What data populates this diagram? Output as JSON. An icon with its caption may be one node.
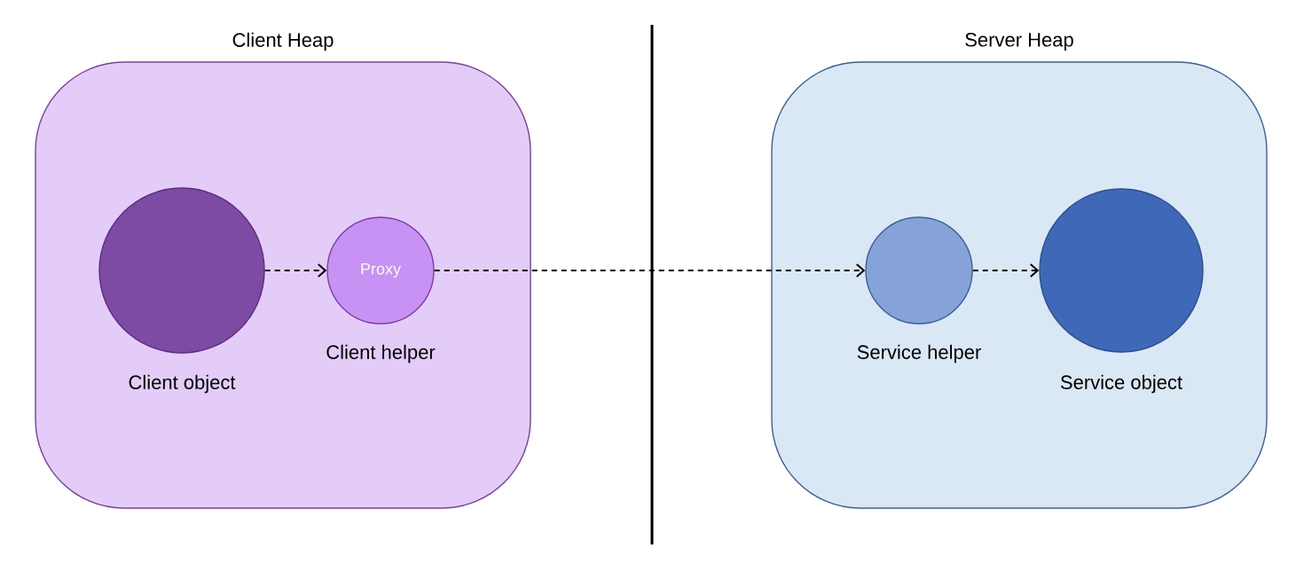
{
  "diagram": {
    "nodes": [
      {
        "text": [
          "Client Heap"
        ]
      },
      {
        "text": [],
        "shape": "circle",
        "beside": [
          "Client object"
        ],
        "in": 0
      },
      {
        "text": [
          "Proxy"
        ],
        "beside": [
          "Client helper"
        ],
        "in": 0
      },
      {
        "text": [
          "Server Heap"
        ]
      },
      {
        "text": [],
        "shape": "circle",
        "beside": [
          "Service helper"
        ],
        "in": 3
      },
      {
        "text": [],
        "shape": "circle",
        "beside": [
          "Service object"
        ],
        "in": 3
      }
    ],
    "edges": [
      {
        "from": 1,
        "to": 2,
        "arrow": "to",
        "style": "dashed"
      },
      {
        "from": 2,
        "to": 4,
        "arrow": "to",
        "style": "dashed"
      },
      {
        "from": 4,
        "to": 5,
        "arrow": "to",
        "style": "dashed"
      }
    ]
  }
}
